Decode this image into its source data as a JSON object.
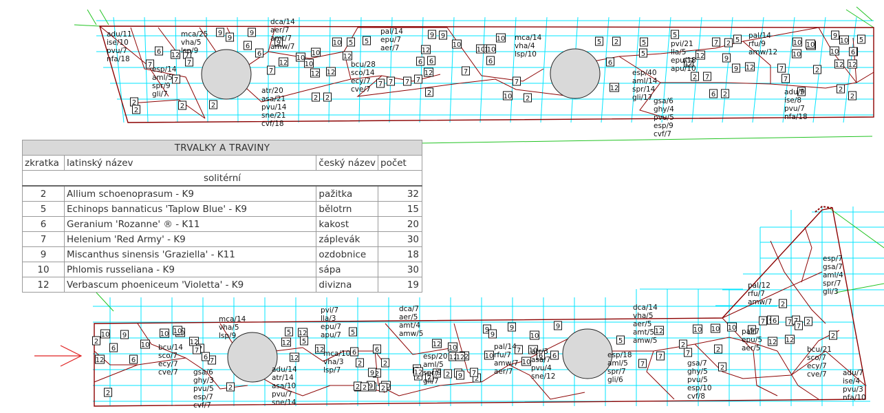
{
  "table": {
    "title": "TRVALKY A TRAVINY",
    "headers": [
      "zkratka",
      "latinský název",
      "český název",
      "počet"
    ],
    "group": "solitérní",
    "rows": [
      {
        "code": "2",
        "latin": "Allium schoenoprasum - K9",
        "czech": "pažitka",
        "count": "32"
      },
      {
        "code": "5",
        "latin": "Echinops bannaticus 'Taplow Blue' - K9",
        "czech": "bělotrn",
        "count": "15"
      },
      {
        "code": "6",
        "latin": "Geranium 'Rozanne' ® - K11",
        "czech": "kakost",
        "count": "20"
      },
      {
        "code": "7",
        "latin": "Helenium 'Red Army' - K9",
        "czech": "záplevák",
        "count": "30"
      },
      {
        "code": "9",
        "latin": "Miscanthus sinensis 'Graziella' - K11",
        "czech": "ozdobnice",
        "count": "18"
      },
      {
        "code": "10",
        "latin": "Phlomis russeliana - K9",
        "czech": "sápa",
        "count": "30"
      },
      {
        "code": "12",
        "latin": "Verbascum phoeniceum 'Violetta' - K9",
        "czech": "divizna",
        "count": "19"
      }
    ]
  },
  "top_notes": [
    [
      "adu/11",
      "ise/10",
      "pvu/7",
      "nfa/18"
    ],
    [
      "mca/25",
      "vha/5",
      "lsp/9"
    ],
    [
      "esp/14",
      "aml/5",
      "spr/9",
      "gli/7"
    ],
    [
      "dca/14",
      "aer/7",
      "amt/7",
      "amw/7"
    ],
    [
      "atr/20",
      "asa/21",
      "pvu/14",
      "sne/21",
      "cvf/18"
    ],
    [
      "bcu/28",
      "sco/14",
      "ecy/7",
      "cve/7"
    ],
    [
      "pal/14",
      "epu/7",
      "aer/7"
    ],
    [
      "mca/14",
      "vha/4",
      "lsp/10"
    ],
    [
      "esp/40",
      "aml/14",
      "spr/14",
      "gli/17"
    ],
    [
      "gsa/6",
      "ghy/4",
      "pvu/5",
      "esp/9",
      "cvf/7"
    ],
    [
      "pvi/21",
      "lla/5",
      "epu/18",
      "apu/10"
    ],
    [
      "pal/14",
      "rfu/9",
      "amw/12"
    ],
    [
      "adu/9",
      "ise/8",
      "pvu/7",
      "nfa/18"
    ]
  ],
  "bottom_notes": [
    [
      "mca/14",
      "vha/5",
      "lsp/9"
    ],
    [
      "bcu/14",
      "sco/7",
      "ecy/7",
      "cve/7"
    ],
    [
      "gsa/6",
      "ghy/3",
      "pvu/5",
      "esp/7",
      "cvf/7"
    ],
    [
      "adu/14",
      "atr/14",
      "asa/10",
      "pvu/7",
      "sne/14"
    ],
    [
      "pvi/7",
      "lla/3",
      "epu/7",
      "apu/7"
    ],
    [
      "mca/10",
      "vha/3",
      "lsp/7"
    ],
    [
      "dca/7",
      "aer/5",
      "amt/4",
      "amw/5"
    ],
    [
      "esp/20",
      "aml/5",
      "spr/9",
      "gli/7"
    ],
    [
      "pal/14",
      "rfu/7",
      "amw/7",
      "aer/7"
    ],
    [
      "atr/3",
      "asa/7",
      "pvu/4",
      "sne/12"
    ],
    [
      "esp/18",
      "aml/5",
      "spr/7",
      "gli/6"
    ],
    [
      "dca/14",
      "vha/5",
      "aer/5",
      "amt/5",
      "amw/5"
    ],
    [
      "gsa/7",
      "ghy/5",
      "pvu/5",
      "esp/10",
      "cvf/8"
    ],
    [
      "pal/7",
      "epu/5",
      "aer/5"
    ],
    [
      "pal/12",
      "rfu/7",
      "amw/7"
    ],
    [
      "bcu/21",
      "sco/7",
      "ecy/7",
      "cve/7"
    ],
    [
      "esp/7",
      "gsa/7",
      "aml/4",
      "spr/7",
      "gli/3"
    ],
    [
      "adu/7",
      "ise/4",
      "pvu/3",
      "nfa/10"
    ]
  ],
  "top_markers": [
    "9",
    "9",
    "9",
    "6",
    "6",
    "12",
    "6",
    "7",
    "7",
    "2",
    "2",
    "2",
    "7",
    "7",
    "2",
    "12",
    "7",
    "9",
    "10",
    "10",
    "10",
    "12",
    "12",
    "5",
    "10",
    "12",
    "2",
    "2",
    "5",
    "7",
    "7",
    "7",
    "7",
    "10",
    "6",
    "6",
    "12",
    "12",
    "9",
    "9",
    "10",
    "7",
    "10",
    "6",
    "2",
    "5",
    "10",
    "10",
    "6",
    "7",
    "10",
    "2",
    "2",
    "5",
    "5",
    "5",
    "9",
    "6",
    "2",
    "7",
    "7",
    "9",
    "12",
    "6",
    "9",
    "5",
    "7",
    "5",
    "10",
    "7",
    "10",
    "12",
    "12",
    "2",
    "2",
    "7",
    "2",
    "10",
    "10",
    "10",
    "10",
    "6",
    "12",
    "12",
    "12",
    "2",
    "2"
  ],
  "bottom_markers": [
    "10",
    "9",
    "10",
    "10",
    "10",
    "6",
    "12",
    "6",
    "2",
    "2",
    "12",
    "10",
    "7",
    "7",
    "6",
    "7",
    "12",
    "5",
    "12",
    "5",
    "2",
    "12",
    "12",
    "5",
    "6",
    "6",
    "2",
    "2",
    "2",
    "2",
    "7",
    "7",
    "12",
    "10",
    "12",
    "7",
    "9",
    "9",
    "9",
    "10",
    "2",
    "7",
    "10",
    "7",
    "10",
    "10",
    "6",
    "6",
    "9",
    "2",
    "12",
    "10",
    "7",
    "9",
    "5",
    "5",
    "9",
    "9",
    "12",
    "12",
    "2",
    "7",
    "2",
    "2",
    "2",
    "5",
    "12",
    "2",
    "7",
    "7",
    "10",
    "10",
    "10",
    "12",
    "2",
    "2",
    "9",
    "9",
    "6",
    "7",
    "7",
    "2",
    "2",
    "7",
    "2",
    "7",
    "12",
    "7"
  ],
  "colors": {
    "grid": "#00e5ff",
    "border": "#8b0000",
    "accent_line": "#21c321",
    "arrow": "#e02020",
    "tree": "#d9d9d9"
  },
  "icons": {
    "arrow": "right-arrow-icon",
    "tree": "tree-circle-icon"
  }
}
